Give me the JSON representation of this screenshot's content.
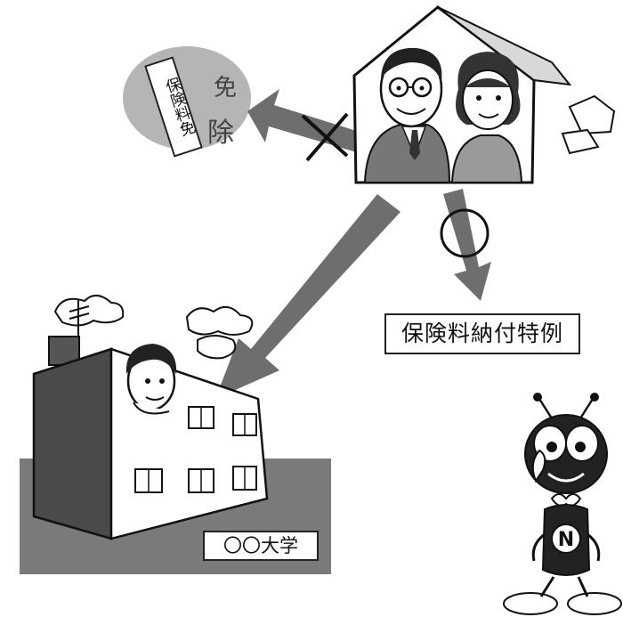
{
  "labels": {
    "special_payment": "保険料納付特例",
    "university": "〇〇大学",
    "exemption_slip": "保険料免",
    "stamp_char_top": "免",
    "stamp_char_bottom": "除"
  },
  "marks": {
    "cross": "×",
    "circle": "○"
  },
  "colors": {
    "arrow": "#6e6e6e",
    "gray_fill": "#9a9a9a",
    "dark_fill": "#4a4a4a",
    "stamp_circle": "#b5b5b5",
    "ground": "#7a7a7a"
  }
}
